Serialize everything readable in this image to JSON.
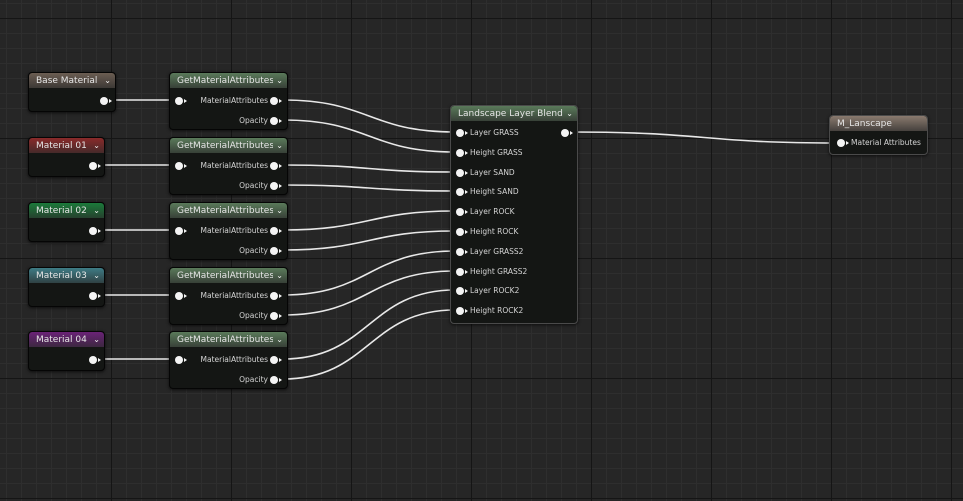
{
  "colors": {
    "wire": "#e8e8e8",
    "pin": "#f4f4f4",
    "canvas": "#262626"
  },
  "nodes": {
    "base_material": {
      "title": "Base Material",
      "header_color": "#6b5d52"
    },
    "material_01": {
      "title": "Material 01",
      "header_color": "#8a2a2a"
    },
    "material_02": {
      "title": "Material 02",
      "header_color": "#1b7a3a"
    },
    "material_03": {
      "title": "Material 03",
      "header_color": "#3e7c85"
    },
    "material_04": {
      "title": "Material 04",
      "header_color": "#6a2277"
    },
    "get_attrs": [
      {
        "title": "GetMaterialAttributes",
        "header_color": "#5a7a5a",
        "pin_attrs": "MaterialAttributes",
        "pin_opacity": "Opacity"
      },
      {
        "title": "GetMaterialAttributes",
        "header_color": "#5a7a5a",
        "pin_attrs": "MaterialAttributes",
        "pin_opacity": "Opacity"
      },
      {
        "title": "GetMaterialAttributes",
        "header_color": "#5a7a5a",
        "pin_attrs": "MaterialAttributes",
        "pin_opacity": "Opacity"
      },
      {
        "title": "GetMaterialAttributes",
        "header_color": "#5a7a5a",
        "pin_attrs": "MaterialAttributes",
        "pin_opacity": "Opacity"
      },
      {
        "title": "GetMaterialAttributes",
        "header_color": "#5a7a5a",
        "pin_attrs": "MaterialAttributes",
        "pin_opacity": "Opacity"
      }
    ],
    "landscape_blend": {
      "title": "Landscape Layer Blend",
      "header_color": "#5a7a5a",
      "inputs": [
        "Layer GRASS",
        "Height GRASS",
        "Layer SAND",
        "Height SAND",
        "Layer ROCK",
        "Height ROCK",
        "Layer GRASS2",
        "Height GRASS2",
        "Layer ROCK2",
        "Height ROCK2"
      ]
    },
    "output": {
      "title": "M_Lanscape",
      "header_color": "#8a7a6e",
      "input": "Material Attributes"
    }
  }
}
